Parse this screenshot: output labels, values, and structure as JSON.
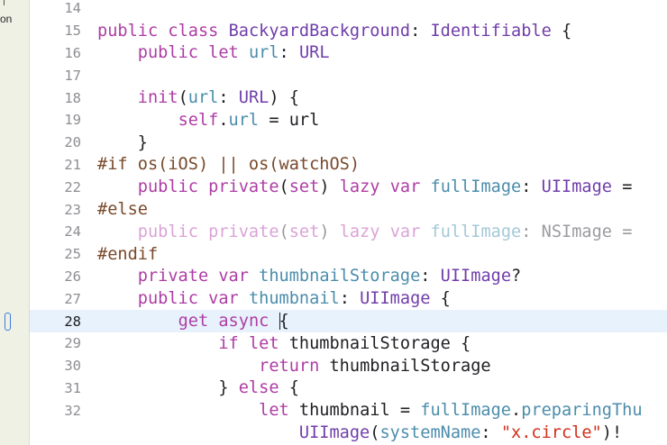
{
  "navigator": {
    "fragment": "on"
  },
  "editor": {
    "current_line": "28",
    "lines": [
      {
        "num": "14",
        "tokens": []
      },
      {
        "num": "15",
        "tokens": [
          [
            "kw",
            "public"
          ],
          [
            "pl",
            " "
          ],
          [
            "kw",
            "class"
          ],
          [
            "pl",
            " "
          ],
          [
            "ty",
            "BackyardBackground"
          ],
          [
            "pl",
            ": "
          ],
          [
            "ty",
            "Identifiable"
          ],
          [
            "pl",
            " {"
          ]
        ]
      },
      {
        "num": "16",
        "tokens": [
          [
            "pl",
            "    "
          ],
          [
            "kw",
            "public"
          ],
          [
            "pl",
            " "
          ],
          [
            "kw",
            "let"
          ],
          [
            "pl",
            " "
          ],
          [
            "pr",
            "url"
          ],
          [
            "pl",
            ": "
          ],
          [
            "ty",
            "URL"
          ]
        ]
      },
      {
        "num": "17",
        "tokens": []
      },
      {
        "num": "18",
        "tokens": [
          [
            "pl",
            "    "
          ],
          [
            "kw",
            "init"
          ],
          [
            "pl",
            "("
          ],
          [
            "pr",
            "url"
          ],
          [
            "pl",
            ": "
          ],
          [
            "ty",
            "URL"
          ],
          [
            "pl",
            ") {"
          ]
        ]
      },
      {
        "num": "19",
        "tokens": [
          [
            "pl",
            "        "
          ],
          [
            "kw",
            "self"
          ],
          [
            "pl",
            "."
          ],
          [
            "pr",
            "url"
          ],
          [
            "pl",
            " = url"
          ]
        ]
      },
      {
        "num": "20",
        "tokens": [
          [
            "pl",
            "    }"
          ]
        ]
      },
      {
        "num": "21",
        "tokens": [
          [
            "pp",
            "#if os(iOS) || os(watchOS)"
          ]
        ]
      },
      {
        "num": "22",
        "tokens": [
          [
            "pl",
            "    "
          ],
          [
            "kw",
            "public"
          ],
          [
            "pl",
            " "
          ],
          [
            "kw",
            "private"
          ],
          [
            "pl",
            "("
          ],
          [
            "kw",
            "set"
          ],
          [
            "pl",
            ") "
          ],
          [
            "kw",
            "lazy"
          ],
          [
            "pl",
            " "
          ],
          [
            "kw",
            "var"
          ],
          [
            "pl",
            " "
          ],
          [
            "pr",
            "fullImage"
          ],
          [
            "pl",
            ": "
          ],
          [
            "ty",
            "UIImage"
          ],
          [
            "pl",
            " ="
          ]
        ]
      },
      {
        "num": "23",
        "tokens": [
          [
            "pp",
            "#else"
          ]
        ]
      },
      {
        "num": "24",
        "inactive": true,
        "tokens": [
          [
            "pl",
            "    "
          ],
          [
            "kw",
            "public"
          ],
          [
            "pl",
            " "
          ],
          [
            "kw",
            "private"
          ],
          [
            "pl",
            "("
          ],
          [
            "kw",
            "set"
          ],
          [
            "pl",
            ") "
          ],
          [
            "kw",
            "lazy"
          ],
          [
            "pl",
            " "
          ],
          [
            "kw",
            "var"
          ],
          [
            "pl",
            " "
          ],
          [
            "pr",
            "fullImage"
          ],
          [
            "pl",
            ": NSImage ="
          ]
        ]
      },
      {
        "num": "25",
        "tokens": [
          [
            "pp",
            "#endif"
          ]
        ]
      },
      {
        "num": "26",
        "tokens": [
          [
            "pl",
            "    "
          ],
          [
            "kw",
            "private"
          ],
          [
            "pl",
            " "
          ],
          [
            "kw",
            "var"
          ],
          [
            "pl",
            " "
          ],
          [
            "pr",
            "thumbnailStorage"
          ],
          [
            "pl",
            ": "
          ],
          [
            "ty",
            "UIImage"
          ],
          [
            "pl",
            "?"
          ]
        ]
      },
      {
        "num": "27",
        "tokens": [
          [
            "pl",
            "    "
          ],
          [
            "kw",
            "public"
          ],
          [
            "pl",
            " "
          ],
          [
            "kw",
            "var"
          ],
          [
            "pl",
            " "
          ],
          [
            "pr",
            "thumbnail"
          ],
          [
            "pl",
            ": "
          ],
          [
            "ty",
            "UIImage"
          ],
          [
            "pl",
            " {"
          ]
        ]
      },
      {
        "num": "28",
        "tokens": [
          [
            "pl",
            "        "
          ],
          [
            "kw",
            "get"
          ],
          [
            "pl",
            " "
          ],
          [
            "kw",
            "async"
          ],
          [
            "pl",
            " "
          ],
          [
            "caret",
            ""
          ],
          [
            "pl",
            "{"
          ]
        ]
      },
      {
        "num": "29",
        "tokens": [
          [
            "pl",
            "            "
          ],
          [
            "kw",
            "if"
          ],
          [
            "pl",
            " "
          ],
          [
            "kw",
            "let"
          ],
          [
            "pl",
            " thumbnailStorage {"
          ]
        ]
      },
      {
        "num": "30",
        "tokens": [
          [
            "pl",
            "                "
          ],
          [
            "kw",
            "return"
          ],
          [
            "pl",
            " thumbnailStorage"
          ]
        ]
      },
      {
        "num": "31",
        "tokens": [
          [
            "pl",
            "            } "
          ],
          [
            "kw",
            "else"
          ],
          [
            "pl",
            " {"
          ]
        ]
      },
      {
        "num": "32",
        "tokens": [
          [
            "pl",
            "                "
          ],
          [
            "kw",
            "let"
          ],
          [
            "pl",
            " thumbnail = "
          ],
          [
            "pr",
            "fullImage"
          ],
          [
            "pl",
            "."
          ],
          [
            "pr",
            "preparingThu"
          ]
        ]
      },
      {
        "num": "",
        "tokens": [
          [
            "pl",
            "                    "
          ],
          [
            "ty",
            "UIImage"
          ],
          [
            "pl",
            "("
          ],
          [
            "pr",
            "systemName"
          ],
          [
            "pl",
            ": "
          ],
          [
            "st",
            "\"x.circle\""
          ],
          [
            "pl",
            ")!"
          ]
        ]
      }
    ]
  }
}
